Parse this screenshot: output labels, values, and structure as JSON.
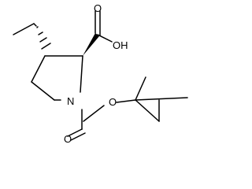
{
  "molecule": {
    "atoms": {
      "carboxyl_oxygen_double": "O",
      "carboxyl_hydroxyl": "OH",
      "ring_nitrogen": "N",
      "carbamate_carbonyl_oxygen": "O",
      "carbamate_ester_oxygen": "O"
    }
  },
  "colors": {
    "bond": "#000000",
    "background": "#ffffff"
  }
}
